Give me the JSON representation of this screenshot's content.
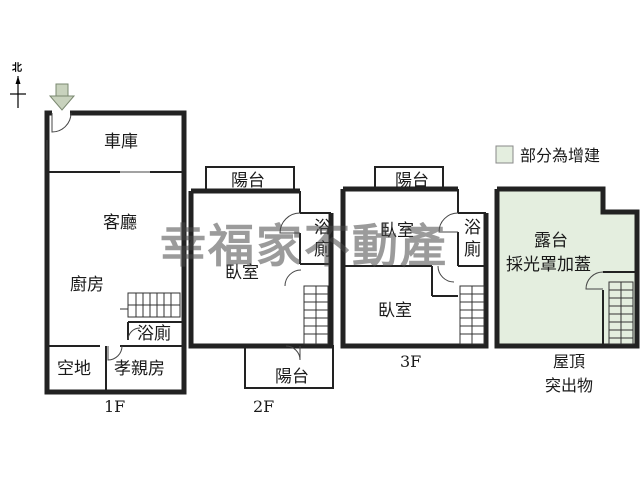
{
  "north": {
    "label": "北"
  },
  "legend": {
    "label": "部分為增建",
    "swatch_color": "#e4eedf"
  },
  "watermark": {
    "text": "幸福家不動產"
  },
  "floors": {
    "f1": {
      "label": "1F",
      "rooms": {
        "garage": "車庫",
        "living": "客廳",
        "kitchen": "廚房",
        "bath": "浴廁",
        "yard": "空地",
        "elder_room": "孝親房"
      }
    },
    "f2": {
      "label": "2F",
      "rooms": {
        "balcony_top": "陽台",
        "bath": "浴廁",
        "bedroom": "臥室",
        "balcony_bottom": "陽台"
      }
    },
    "f3": {
      "label": "3F",
      "rooms": {
        "balcony": "陽台",
        "bedroom_a": "臥室",
        "bath": "浴廁",
        "bedroom_b": "臥室"
      }
    },
    "roof": {
      "label_line1": "屋頂",
      "label_line2": "突出物",
      "rooms": {
        "terrace": "露台",
        "skylight": "採光罩加蓋"
      }
    }
  }
}
